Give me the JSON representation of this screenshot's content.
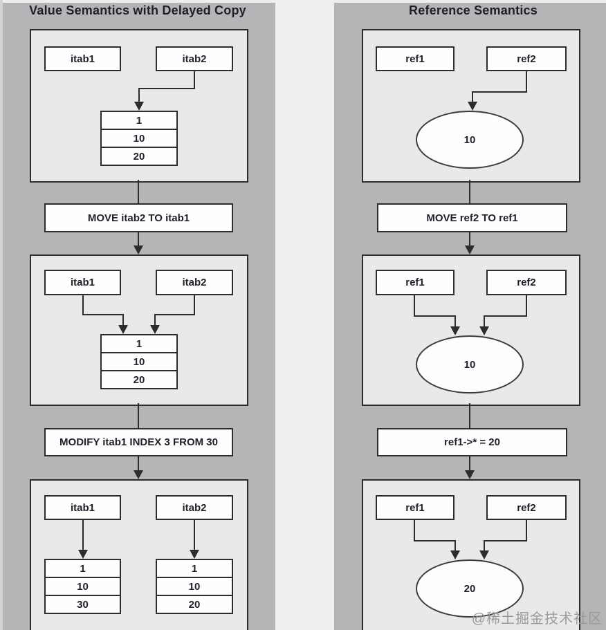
{
  "left_column": {
    "title": "Value Semantics with Delayed Copy",
    "command1": "MOVE itab2 TO itab1",
    "command2": "MODIFY itab1 INDEX 3 FROM 30",
    "panel1": {
      "var1": "itab1",
      "var2": "itab2",
      "table": {
        "rows": [
          "1",
          "10",
          "20"
        ]
      }
    },
    "panel2": {
      "var1": "itab1",
      "var2": "itab2",
      "table": {
        "rows": [
          "1",
          "10",
          "20"
        ]
      }
    },
    "panel3": {
      "var1": "itab1",
      "var2": "itab2",
      "table1": {
        "rows": [
          "1",
          "10",
          "30"
        ]
      },
      "table2": {
        "rows": [
          "1",
          "10",
          "20"
        ]
      }
    }
  },
  "right_column": {
    "title": "Reference Semantics",
    "command1": "MOVE ref2 TO ref1",
    "command2": "ref1->* = 20",
    "panel1": {
      "var1": "ref1",
      "var2": "ref2",
      "value": "10"
    },
    "panel2": {
      "var1": "ref1",
      "var2": "ref2",
      "value": "10"
    },
    "panel3": {
      "var1": "ref1",
      "var2": "ref2",
      "value": "20"
    }
  },
  "watermark": "@稀土掘金技术社区",
  "colors": {
    "page_background": "#b5b5b7",
    "panel_background": "#e9e9e9",
    "gap_strip": "#efefef",
    "box_fill": "#fefefe",
    "line": "#2c2c2c",
    "text": "#21212b",
    "watermark": "#999a9c"
  }
}
